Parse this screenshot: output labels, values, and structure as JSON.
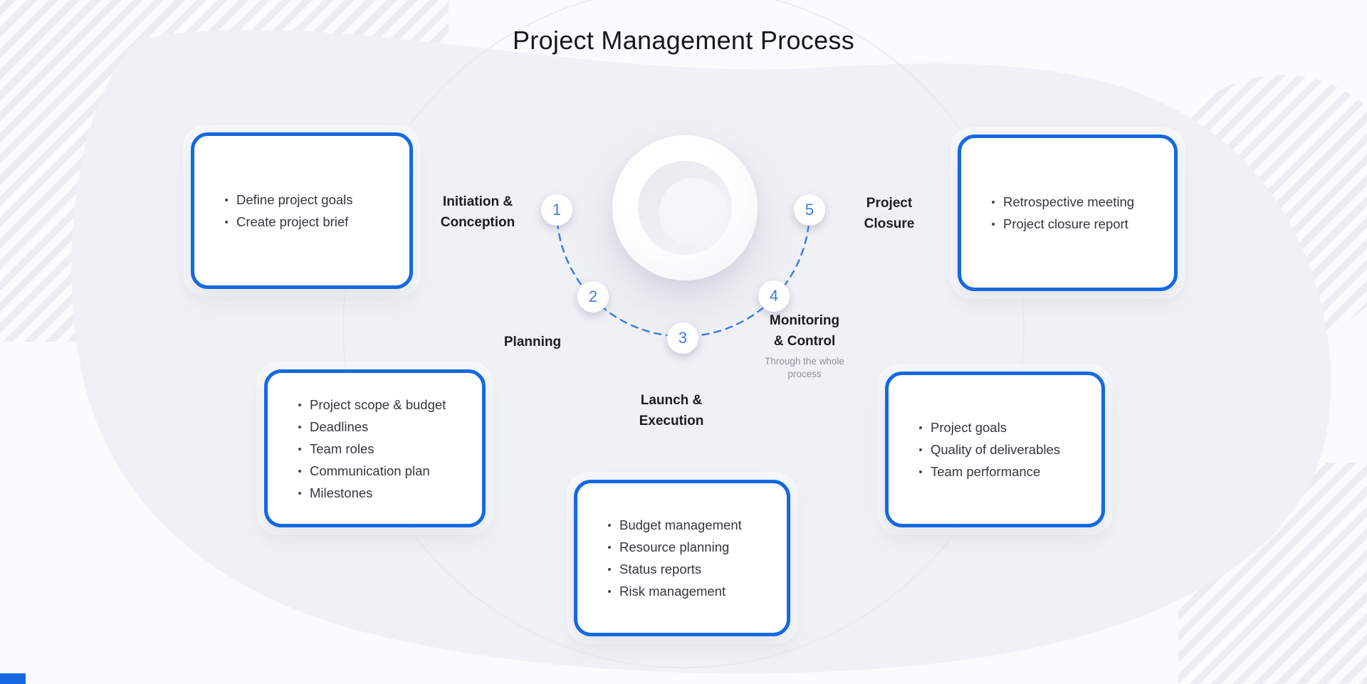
{
  "title": "Project Management Process",
  "colors": {
    "card_border_blue": "#1569e0",
    "dash_blue": "#3b7de4",
    "number_blue": "#3b7de4",
    "label_dark": "#1b1d24",
    "note_gray": "#8d929e"
  },
  "steps": [
    {
      "number": "1",
      "label1": "Initiation &",
      "label2": "Conception"
    },
    {
      "number": "2",
      "label1": "Planning",
      "label2": ""
    },
    {
      "number": "3",
      "label1": "Launch &",
      "label2": "Execution"
    },
    {
      "number": "4",
      "label1": "Monitoring",
      "label2": "& Control",
      "note": "Through the whole process"
    },
    {
      "number": "5",
      "label1": "Project",
      "label2": "Closure"
    }
  ],
  "cards": [
    {
      "items": [
        "Define project goals",
        "Create project brief"
      ]
    },
    {
      "items": [
        "Project scope & budget",
        "Deadlines",
        "Team roles",
        "Communication plan",
        "Milestones"
      ]
    },
    {
      "items": [
        "Budget management",
        "Resource planning",
        "Status reports",
        "Risk management"
      ]
    },
    {
      "items": [
        "Project goals",
        "Quality of deliverables",
        "Team performance"
      ]
    },
    {
      "items": [
        "Retrospective meeting",
        "Project closure report"
      ]
    }
  ]
}
